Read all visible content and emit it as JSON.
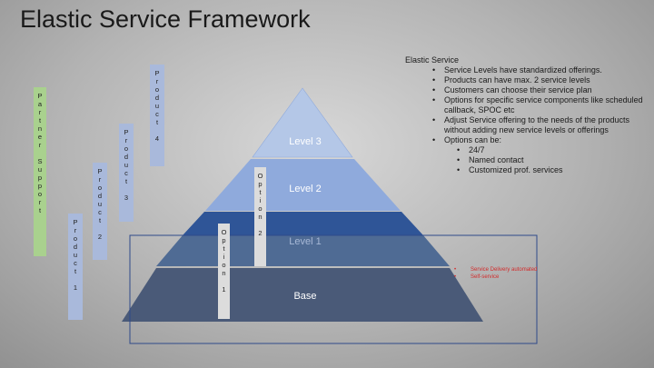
{
  "title": "Elastic Service Framework",
  "pyramid": {
    "levels": {
      "level3": "Level 3",
      "level2": "Level 2",
      "level1": "Level 1",
      "base": "Base"
    },
    "colors": {
      "level3": "#b4c7e7",
      "level2": "#8faadc",
      "level1_top": "#2f5597",
      "level1_bottom": "#4f6b94",
      "base": "#4a5a78",
      "outline": "#2f4a8a"
    }
  },
  "vertical_labels": {
    "partner_support": "Partner Support",
    "product1": "Product 1",
    "product2": "Product 2",
    "product3": "Product 3",
    "product4": "Product 4",
    "option1": "Option 1",
    "option2": "Option 2"
  },
  "info": {
    "heading": "Elastic Service",
    "bullets": [
      "Service Levels have standardized offerings.",
      "Products can have max. 2 service levels",
      "Customers can choose their service plan",
      "Options for specific service components like scheduled callback, SPOC etc",
      "Adjust Service offering to the needs of the products without adding new service levels or offerings",
      "Options can be:"
    ],
    "sub_bullets": [
      "24/7",
      "Named contact",
      "Customized prof. services"
    ]
  },
  "service_notes": [
    "Service Delivery automated",
    "Self-service"
  ]
}
